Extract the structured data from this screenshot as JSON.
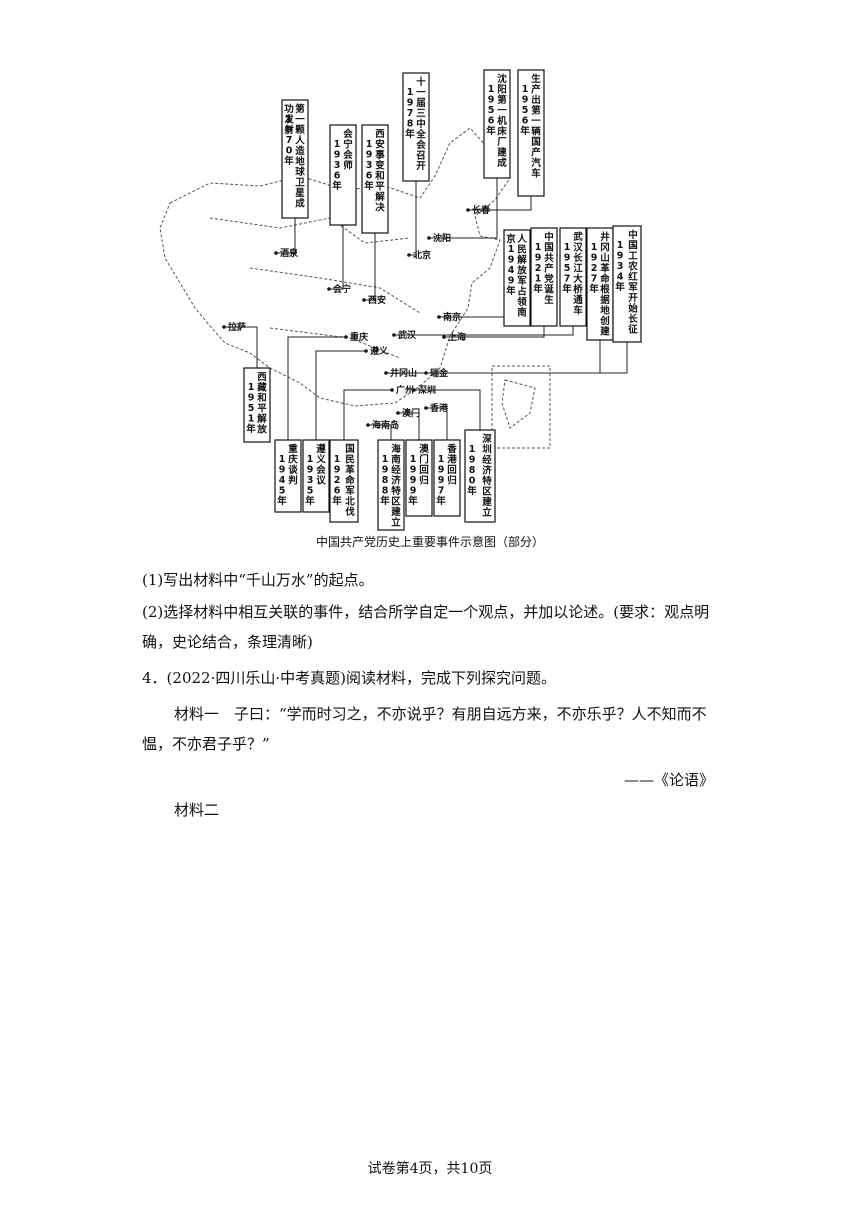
{
  "map": {
    "caption": "中国共产党历史上重要事件示意图（部分）",
    "places": [
      {
        "id": "jiuquan",
        "name": "酒泉"
      },
      {
        "id": "huining",
        "name": "会宁"
      },
      {
        "id": "xian",
        "name": "西安"
      },
      {
        "id": "beijing",
        "name": "北京"
      },
      {
        "id": "shenyang",
        "name": "沈阳"
      },
      {
        "id": "changchun",
        "name": "长春"
      },
      {
        "id": "nanjing",
        "name": "南京"
      },
      {
        "id": "shanghai",
        "name": "上海"
      },
      {
        "id": "wuhan",
        "name": "武汉"
      },
      {
        "id": "chongqing",
        "name": "重庆"
      },
      {
        "id": "zunyi",
        "name": "遵义"
      },
      {
        "id": "lasa",
        "name": "拉萨"
      },
      {
        "id": "jinggangshan",
        "name": "井冈山"
      },
      {
        "id": "ruijin",
        "name": "瑞金"
      },
      {
        "id": "guangzhou",
        "name": "广州"
      },
      {
        "id": "shenzhen",
        "name": "深圳"
      },
      {
        "id": "aomen",
        "name": "澳门"
      },
      {
        "id": "xianggang",
        "name": "香港"
      },
      {
        "id": "hainan",
        "name": "海南岛"
      }
    ],
    "events": [
      {
        "id": "satellite",
        "year": "1970年",
        "text": "第一颗人造地球卫星成功发射"
      },
      {
        "id": "huining1936",
        "year": "1936年",
        "text": "会宁会师"
      },
      {
        "id": "xian1936",
        "year": "1936年",
        "text": "西安事变和平解决"
      },
      {
        "id": "plenum1978",
        "year": "1978年",
        "text": "十一届三中全会召开"
      },
      {
        "id": "lathe1956",
        "year": "1956年",
        "text": "沈阳第一机床厂建成"
      },
      {
        "id": "car1956",
        "year": "1956年",
        "text": "生产出第一辆国产汽车"
      },
      {
        "id": "nanjing1949",
        "year": "1949年",
        "text": "人民解放军占领南京"
      },
      {
        "id": "cpc1921",
        "year": "1921年",
        "text": "中国共产党诞生"
      },
      {
        "id": "bridge1957",
        "year": "1957年",
        "text": "武汉长江大桥通车"
      },
      {
        "id": "jgs1927",
        "year": "1927年",
        "text": "井冈山革命根据地创建"
      },
      {
        "id": "march1934",
        "year": "1934年",
        "text": "中国工农红军开始长征"
      },
      {
        "id": "tibet1951",
        "year": "1951年",
        "text": "西藏和平解放"
      },
      {
        "id": "cq1945",
        "year": "1945年",
        "text": "重庆谈判"
      },
      {
        "id": "zy1935",
        "year": "1935年",
        "text": "遵义会议"
      },
      {
        "id": "nb1926",
        "year": "1926年",
        "text": "国民革命军北伐"
      },
      {
        "id": "hn1988",
        "year": "1988年",
        "text": "海南经济特区建立"
      },
      {
        "id": "am1999",
        "year": "1999年",
        "text": "澳门回归"
      },
      {
        "id": "xg1997",
        "year": "1997年",
        "text": "香港回归"
      },
      {
        "id": "sz1980",
        "year": "1980年",
        "text": "深圳经济特区建立"
      }
    ]
  },
  "questions": {
    "q1": "(1)写出材料中“千山万水”的起点。",
    "q2": "(2)选择材料中相互关联的事件，结合所学自定一个观点，并加以论述。(要求：观点明确，史论结合，条理清晰)",
    "q4": "4．(2022·四川乐山·中考真题)阅读材料，完成下列探究问题。",
    "material1": "材料一　子曰：“学而时习之，不亦说乎？有朋自远方来，不亦乐乎？人不知而不愠，不亦君子乎？”",
    "material1_source": "——《论语》",
    "material2": "材料二"
  },
  "footer": "试卷第4页，共10页"
}
